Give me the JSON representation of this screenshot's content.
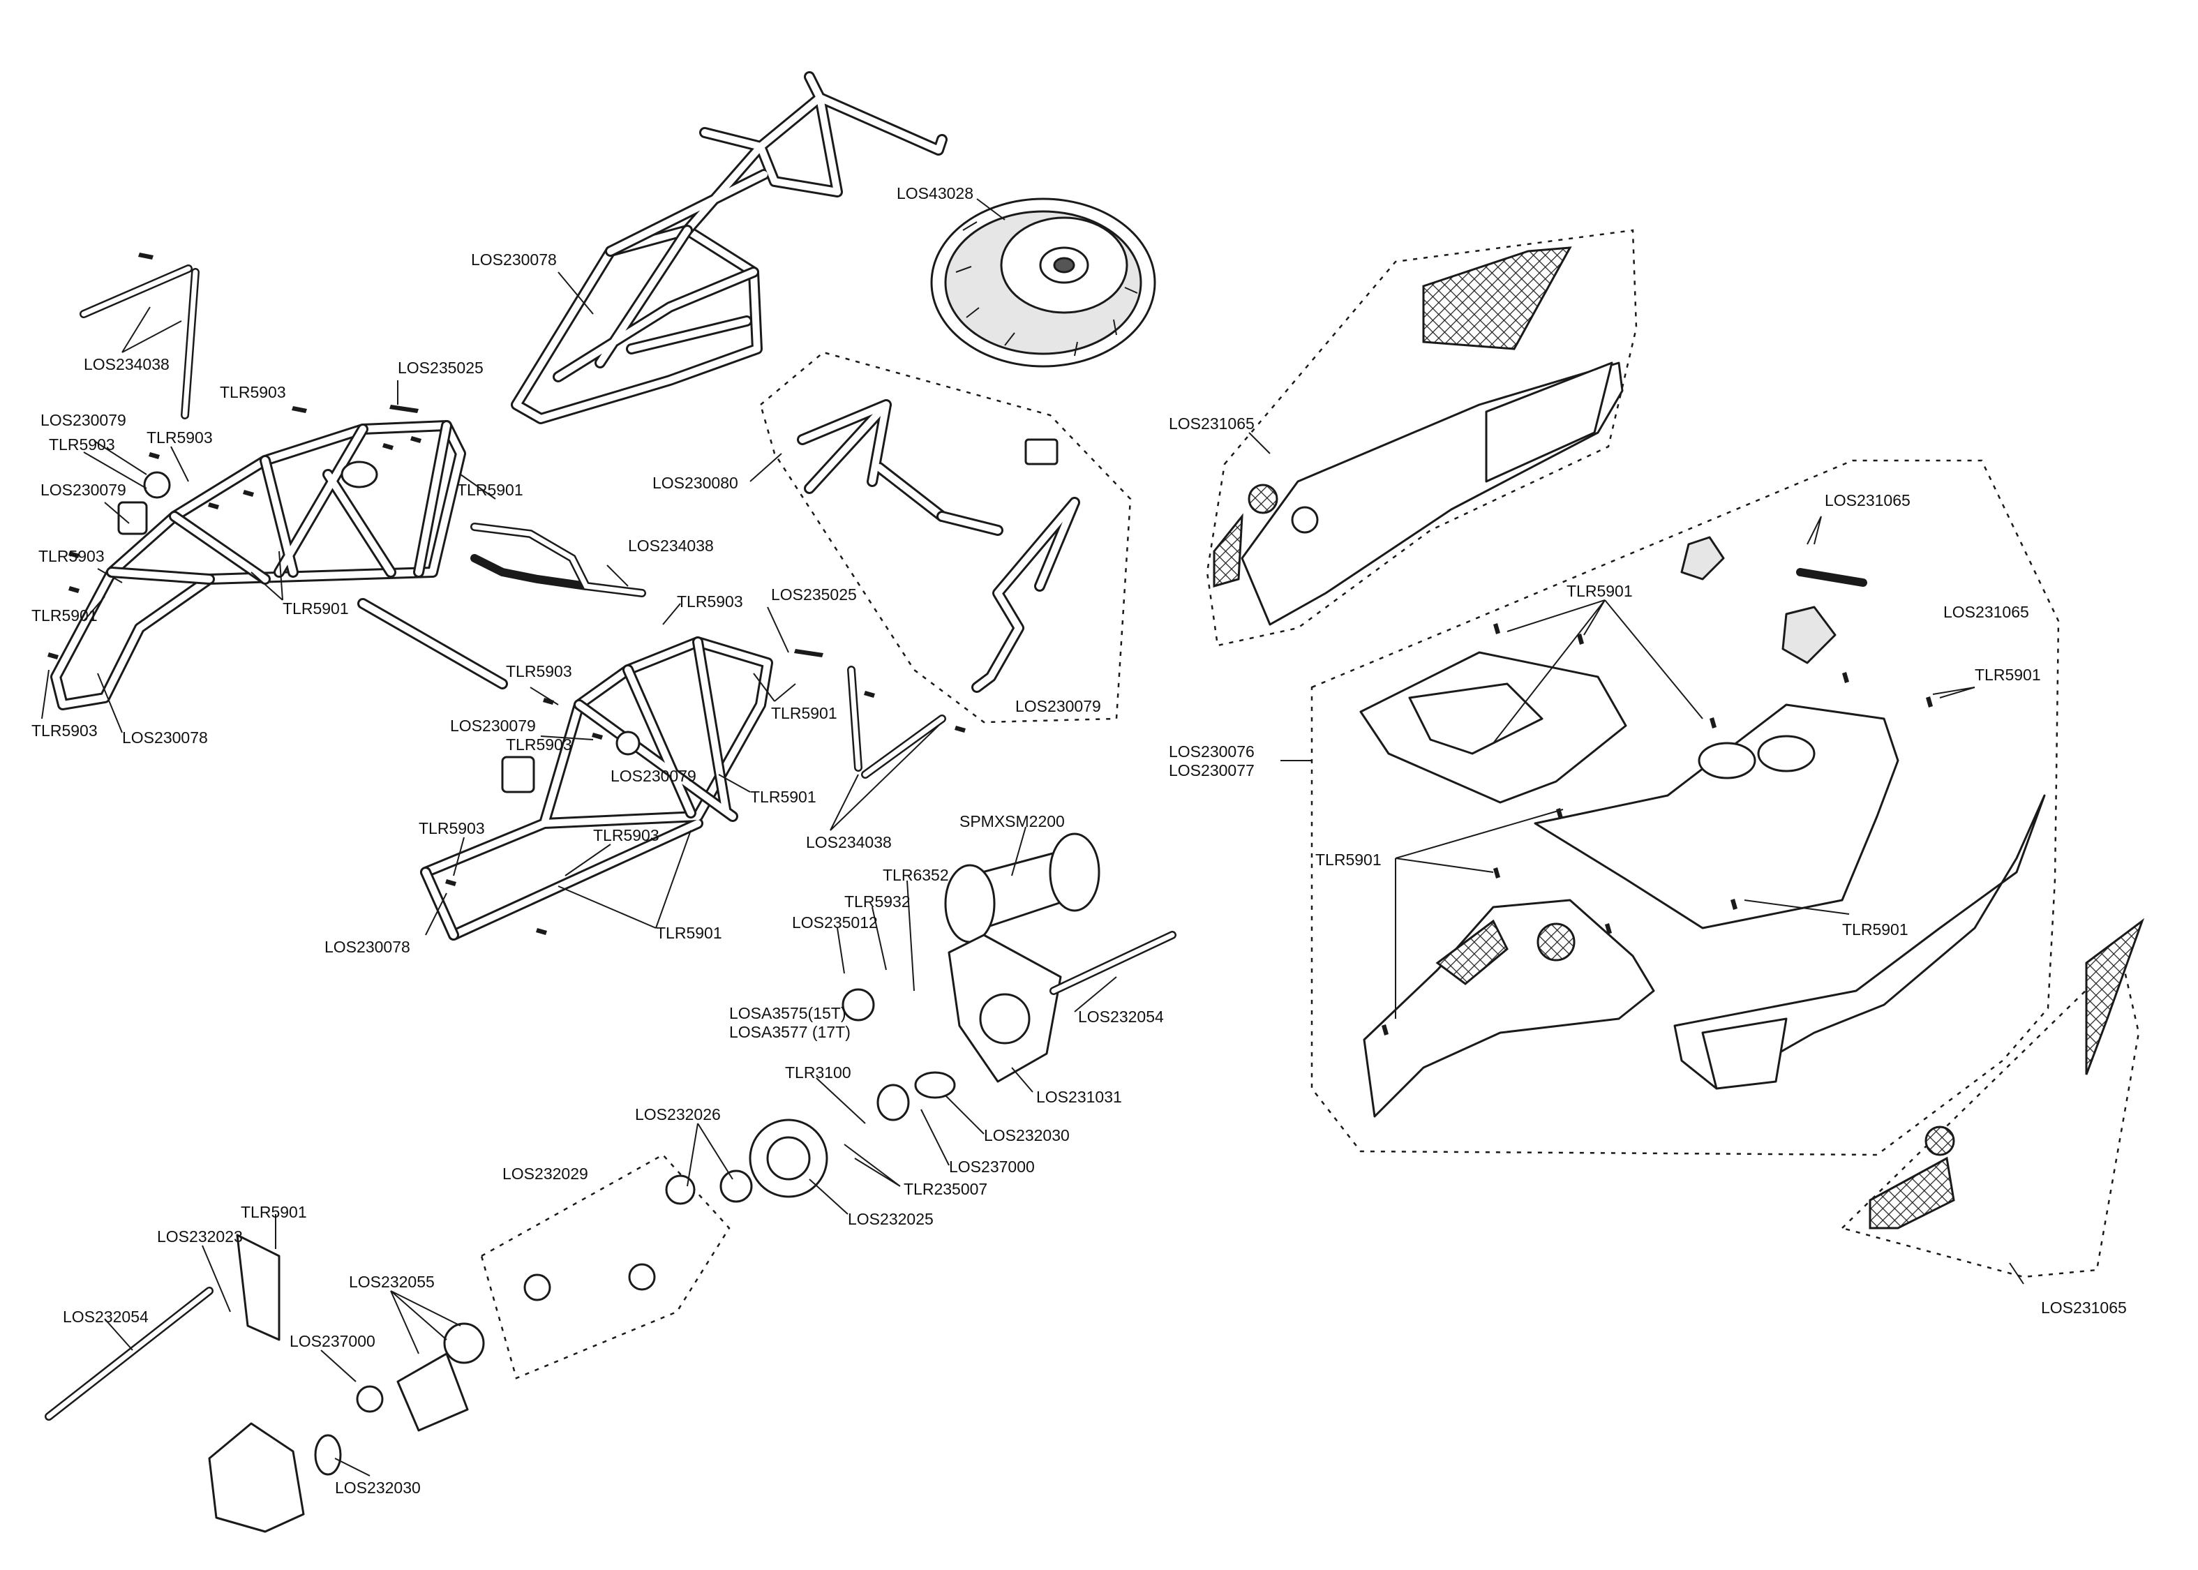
{
  "labels": {
    "los234038_a": "LOS234038",
    "tlr5903_a": "TLR5903",
    "los235025_a": "LOS235025",
    "los230079_a": "LOS230079",
    "tlr5903_b": "TLR5903",
    "tlr5903_c": "TLR5903",
    "los230079_b": "LOS230079",
    "tlr5901_a": "TLR5901",
    "tlr5903_d": "TLR5903",
    "tlr5901_b": "TLR5901",
    "tlr5901_c": "TLR5901",
    "tlr5903_e": "TLR5903",
    "los230078_a": "LOS230078",
    "los230078_top": "LOS230078",
    "los234038_b": "LOS234038",
    "los230080": "LOS230080",
    "los43028": "LOS43028",
    "los231065_a": "LOS231065",
    "los231065_b": "LOS231065",
    "los231065_c": "LOS231065",
    "tlr5901_d": "TLR5901",
    "tlr5901_e": "TLR5901",
    "los230076": "LOS230076",
    "los230077": "LOS230077",
    "tlr5901_f": "TLR5901",
    "tlr5901_g": "TLR5901",
    "tlr5903_f": "TLR5903",
    "los235025_b": "LOS235025",
    "tlr5903_g": "TLR5903",
    "los230079_c": "LOS230079",
    "tlr5903_h": "TLR5903",
    "los230079_d": "LOS230079",
    "tlr5901_h": "TLR5901",
    "tlr5901_i": "TLR5901",
    "los230079_e": "LOS230079",
    "los234038_c": "LOS234038",
    "tlr5903_i": "TLR5903",
    "tlr5903_j": "TLR5903",
    "los230078_b": "LOS230078",
    "tlr5901_j": "TLR5901",
    "spmxsm2200": "SPMXSM2200",
    "tlr6352": "TLR6352",
    "tlr5932": "TLR5932",
    "los235012": "LOS235012",
    "losa3575": "LOSA3575(15T)",
    "losa3577": "LOSA3577 (17T)",
    "los232054_a": "LOS232054",
    "los231031": "LOS231031",
    "tlr3100": "TLR3100",
    "los232030_a": "LOS232030",
    "los237000_a": "LOS237000",
    "los232026": "LOS232026",
    "tlr235007": "TLR235007",
    "los232025": "LOS232025",
    "los232029": "LOS232029",
    "tlr5901_k": "TLR5901",
    "los232023": "LOS232023",
    "los232055": "LOS232055",
    "los232054_b": "LOS232054",
    "los237000_b": "LOS237000",
    "los232030_b": "LOS232030",
    "los231065_d": "LOS231065"
  }
}
